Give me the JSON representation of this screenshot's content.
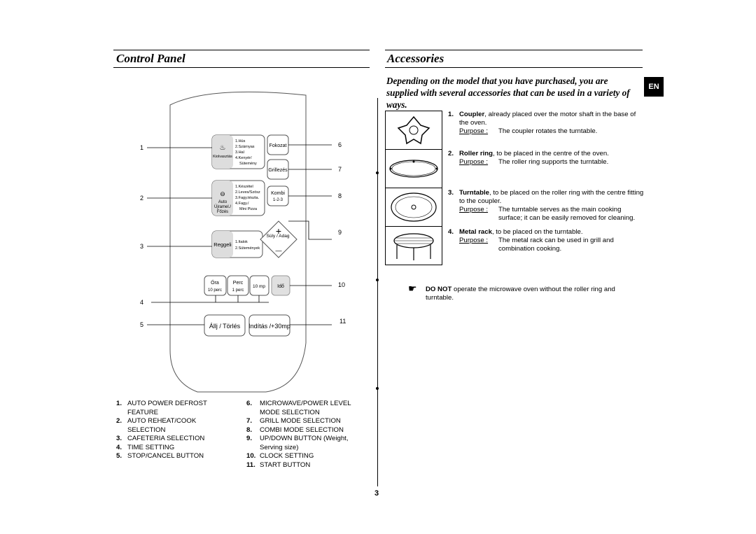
{
  "left_section": {
    "title": "Control Panel"
  },
  "right_section": {
    "title": "Accessories"
  },
  "intro": "Depending on the model that you have purchased, you are supplied with several accessories that can be used in a variety of ways.",
  "lang_badge": "EN",
  "accessories": [
    {
      "num": "1.",
      "name": "Coupler",
      "desc": ", already placed over the motor shaft in the base of the oven.",
      "purpose_label": "Purpose :",
      "purpose": "The coupler rotates the turntable."
    },
    {
      "num": "2.",
      "name": "Roller ring",
      "desc": ", to be placed in the centre of the oven.",
      "purpose_label": "Purpose :",
      "purpose": "The roller ring supports the turntable."
    },
    {
      "num": "3.",
      "name": "Turntable",
      "desc": ", to be placed on the roller ring with the centre fitting  to the coupler.",
      "purpose_label": "Purpose :",
      "purpose": "The turntable serves as the main cooking surface; it can be easily removed for cleaning."
    },
    {
      "num": "4.",
      "name": "Metal rack",
      "desc": ", to be placed on the turntable.",
      "purpose_label": "Purpose :",
      "purpose": "The metal rack can be used in grill and combination cooking."
    }
  ],
  "note": {
    "icon": "pointing-hand-icon",
    "bold": "DO NOT",
    "text": " operate the microwave oven without the roller ring and turntable."
  },
  "panel": {
    "callouts": [
      "1",
      "2",
      "3",
      "4",
      "5",
      "6",
      "7",
      "8",
      "9",
      "10",
      "11"
    ],
    "defrost_label": "Kiolvasztás",
    "defrost_items": [
      "1.Hús",
      "2.Szárnyas",
      "3.Hal",
      "4.Kenyér/",
      "Sütemény"
    ],
    "reheat_label_1": "Auto",
    "reheat_label_2": "Újramel./",
    "reheat_label_3": "Főzés",
    "reheat_items": [
      "1.Készétel",
      "2.Leves/Szósz",
      "3.Fagy.tészta.",
      "4.Fagy./",
      "Mini Pizza"
    ],
    "cafeteria_label": "Reggeli",
    "cafeteria_items": [
      "1.Italok",
      "2.Sütemények"
    ],
    "fokozat": "Fokozat",
    "grillezes": "Grillezés",
    "kombi": "Kombi",
    "kombi_sub": "1-2-3",
    "weight_label": "Súly / Adag",
    "plus": "+",
    "minus": "—",
    "ora": "Óra",
    "ora_sub": "10 perc",
    "perc": "Perc",
    "perc_sub": "1 perc",
    "ten_mp": "10 mp",
    "ido": "Idő",
    "stop": "Állj / Törlés",
    "start": "Indítás /+30mp"
  },
  "legend_left": [
    {
      "n": "1.",
      "t": "AUTO POWER DEFROST FEATURE"
    },
    {
      "n": "2.",
      "t": "AUTO REHEAT/COOK SELECTION"
    },
    {
      "n": "3.",
      "t": "CAFETERIA SELECTION"
    },
    {
      "n": "4.",
      "t": "TIME SETTING"
    },
    {
      "n": "5.",
      "t": "STOP/CANCEL BUTTON"
    }
  ],
  "legend_right": [
    {
      "n": "6.",
      "t": "MICROWAVE/POWER LEVEL MODE SELECTION"
    },
    {
      "n": "7.",
      "t": "GRILL MODE SELECTION"
    },
    {
      "n": "8.",
      "t": "COMBI MODE SELECTION"
    },
    {
      "n": "9.",
      "t": "UP/DOWN BUTTON (Weight, Serving size)"
    },
    {
      "n": "10.",
      "t": "CLOCK SETTING"
    },
    {
      "n": "11.",
      "t": "START BUTTON"
    }
  ],
  "page_number": "3"
}
